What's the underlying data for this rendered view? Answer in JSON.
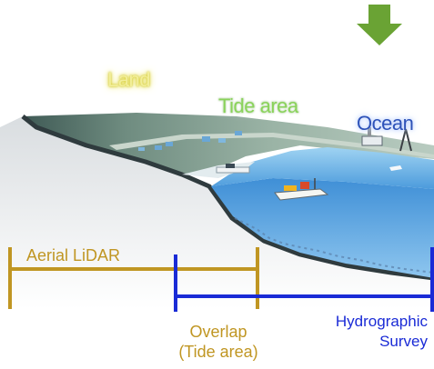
{
  "labels": {
    "land": "Land",
    "tide_area": "Tide area",
    "ocean": "Ocean",
    "aerial_lidar": "Aerial LiDAR",
    "overlap_line1": "Overlap",
    "overlap_line2": "(Tide area)",
    "hydro_line1": "Hydrographic",
    "hydro_line2": "Survey"
  },
  "colors": {
    "lidar": "#c09623",
    "hydrographic": "#1a2bd6",
    "arrow": "#6aa334",
    "sea": "#4f9fdc",
    "land": "#8aa89a"
  },
  "icons": {
    "arrow": "down-arrow-icon"
  }
}
